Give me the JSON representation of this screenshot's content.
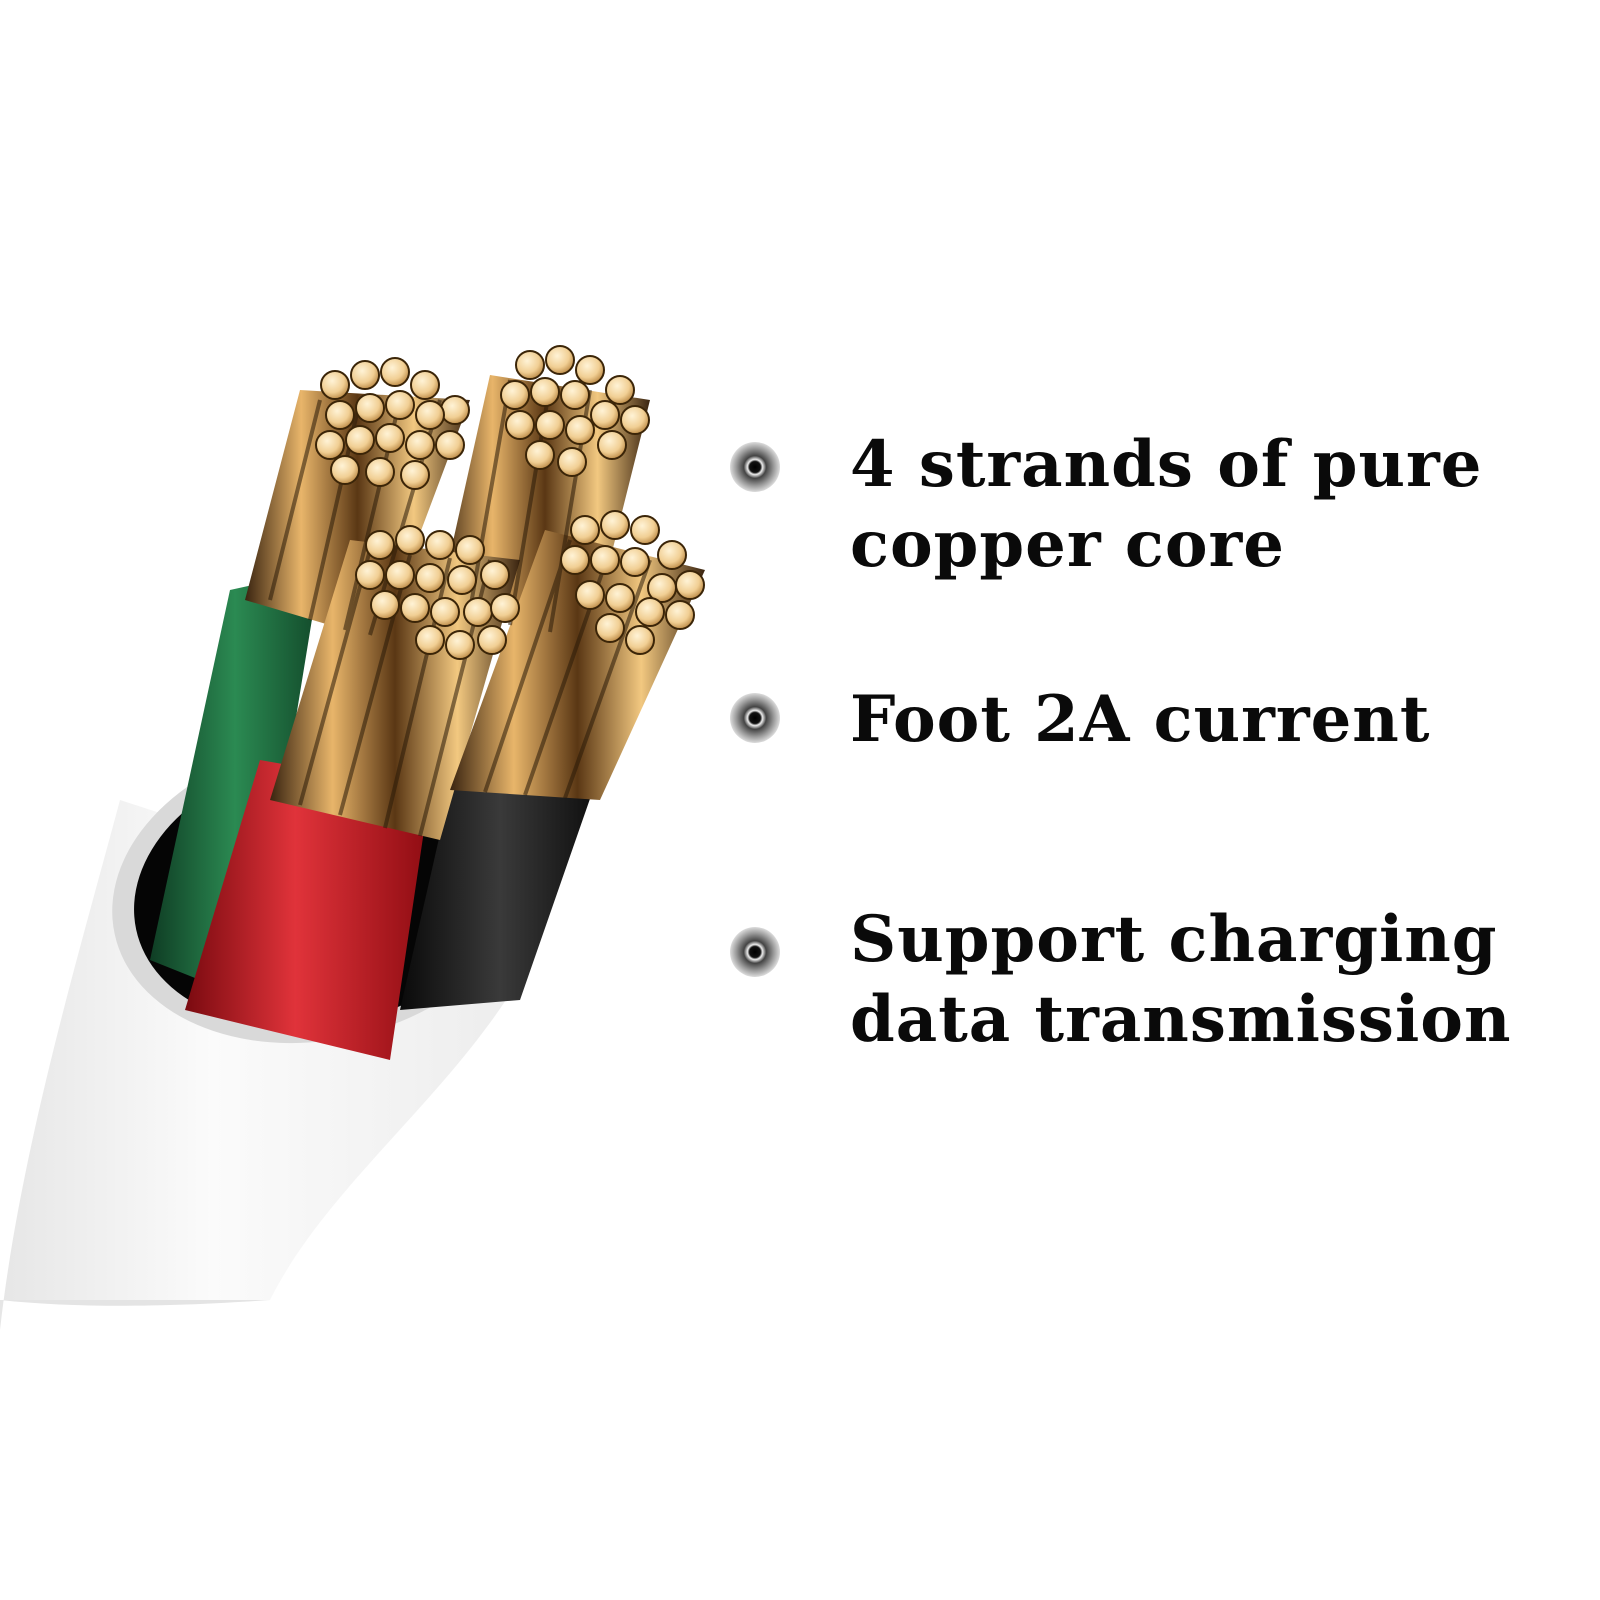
{
  "image": {
    "subject_icon": "cable-cross-section-icon",
    "colors": {
      "background": "#ffffff",
      "jacket": "#f4f4f4",
      "green_wire": "#1f6b3f",
      "red_wire": "#c3171f",
      "black_wire": "#1c1c1c",
      "copper": "#d9a45c"
    }
  },
  "features": [
    {
      "icon": "bullet-dot-icon",
      "text": "4 strands of pure\n copper core"
    },
    {
      "icon": "bullet-dot-icon",
      "text": "Foot 2A current"
    },
    {
      "icon": "bullet-dot-icon",
      "text": "Support charging\ndata transmission"
    }
  ]
}
